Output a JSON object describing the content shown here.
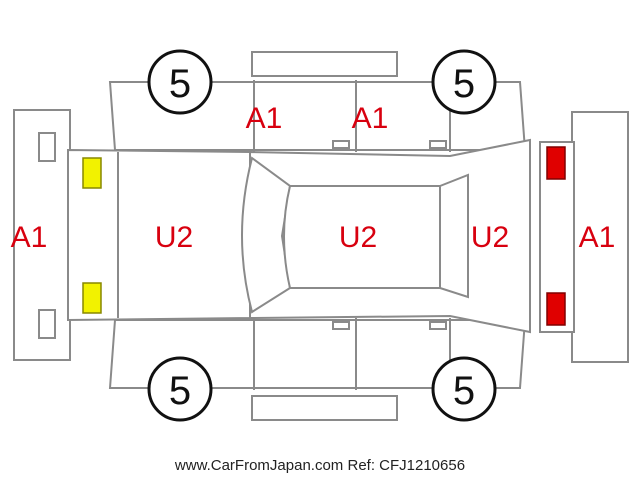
{
  "damage_codes": {
    "door_top_left": "A1",
    "door_top_right": "A1",
    "front_bumper": "A1",
    "rear_bumper": "A1",
    "hood": "U2",
    "roof": "U2",
    "trunk": "U2"
  },
  "tires": {
    "top_left": "5",
    "top_right": "5",
    "bottom_left": "5",
    "bottom_right": "5"
  },
  "footer": {
    "site": "www.CarFromJapan.com",
    "ref": "Ref: CFJ1210656"
  },
  "colors": {
    "code_text": "#d8000f",
    "headlight": "#f2f200",
    "taillight": "#e00000",
    "outline": "#8a8a8a"
  }
}
